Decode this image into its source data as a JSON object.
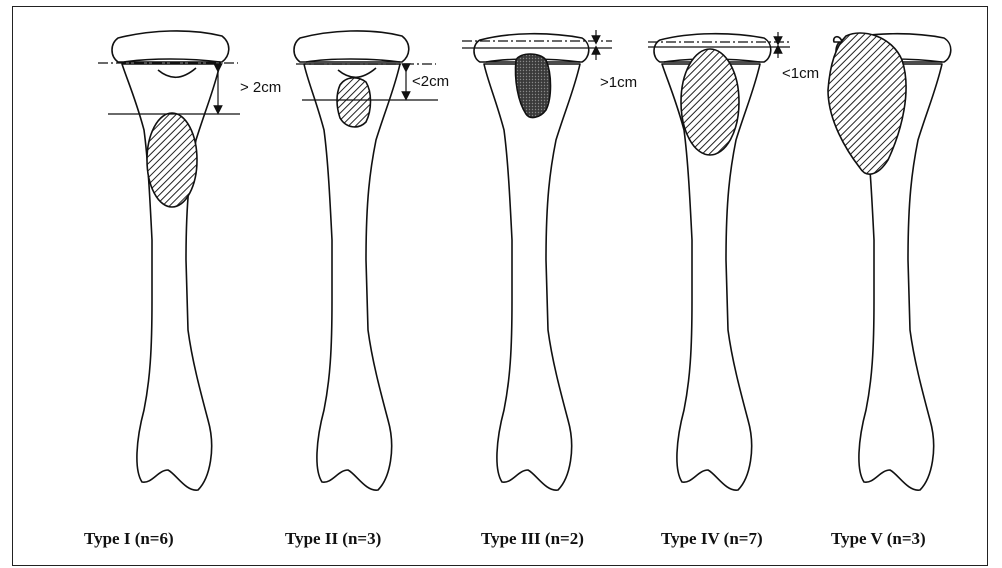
{
  "figure": {
    "types": [
      {
        "label": "Type I (n=6)",
        "measure": "> 2cm"
      },
      {
        "label": "Type II (n=3)",
        "measure": "<2cm"
      },
      {
        "label": "Type III (n=2)",
        "measure": ">1cm"
      },
      {
        "label": "Type IV (n=7)",
        "measure": "<1cm"
      },
      {
        "label": "Type V (n=3)",
        "measure": ""
      }
    ]
  }
}
